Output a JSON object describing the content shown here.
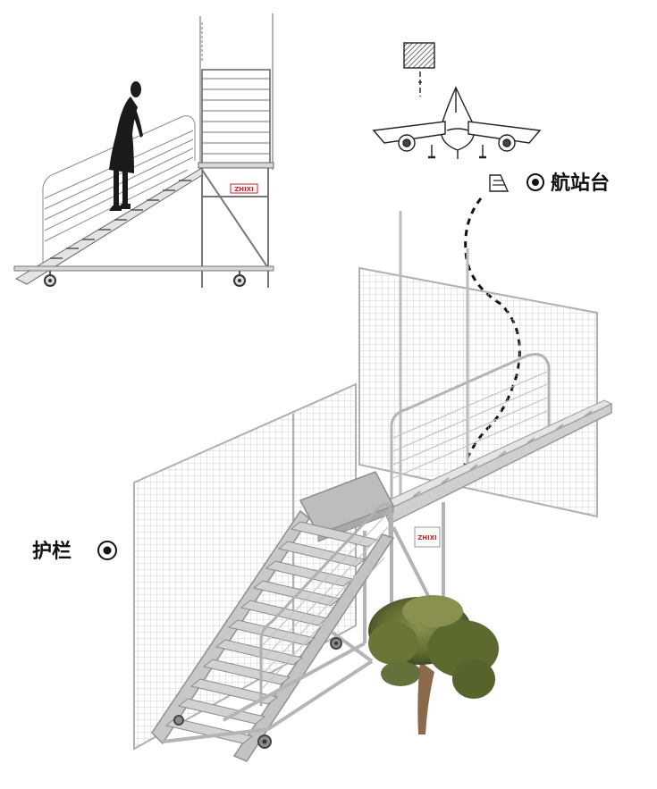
{
  "labels": {
    "terminal": "航站台",
    "railing": "护栏"
  },
  "brand": "ZHIXI",
  "colors": {
    "brand": "#c0262c",
    "ink": "#111111",
    "steel": "#b8b8b8",
    "mesh": "#c9c9c9",
    "tree_canopy": "#6f7a3a"
  },
  "icons": {
    "terminal_marker": "target-icon",
    "railing_marker": "target-icon",
    "stair": "stair-icon",
    "airplane": "airplane-icon",
    "person": "person-silhouette",
    "tree": "tree"
  }
}
